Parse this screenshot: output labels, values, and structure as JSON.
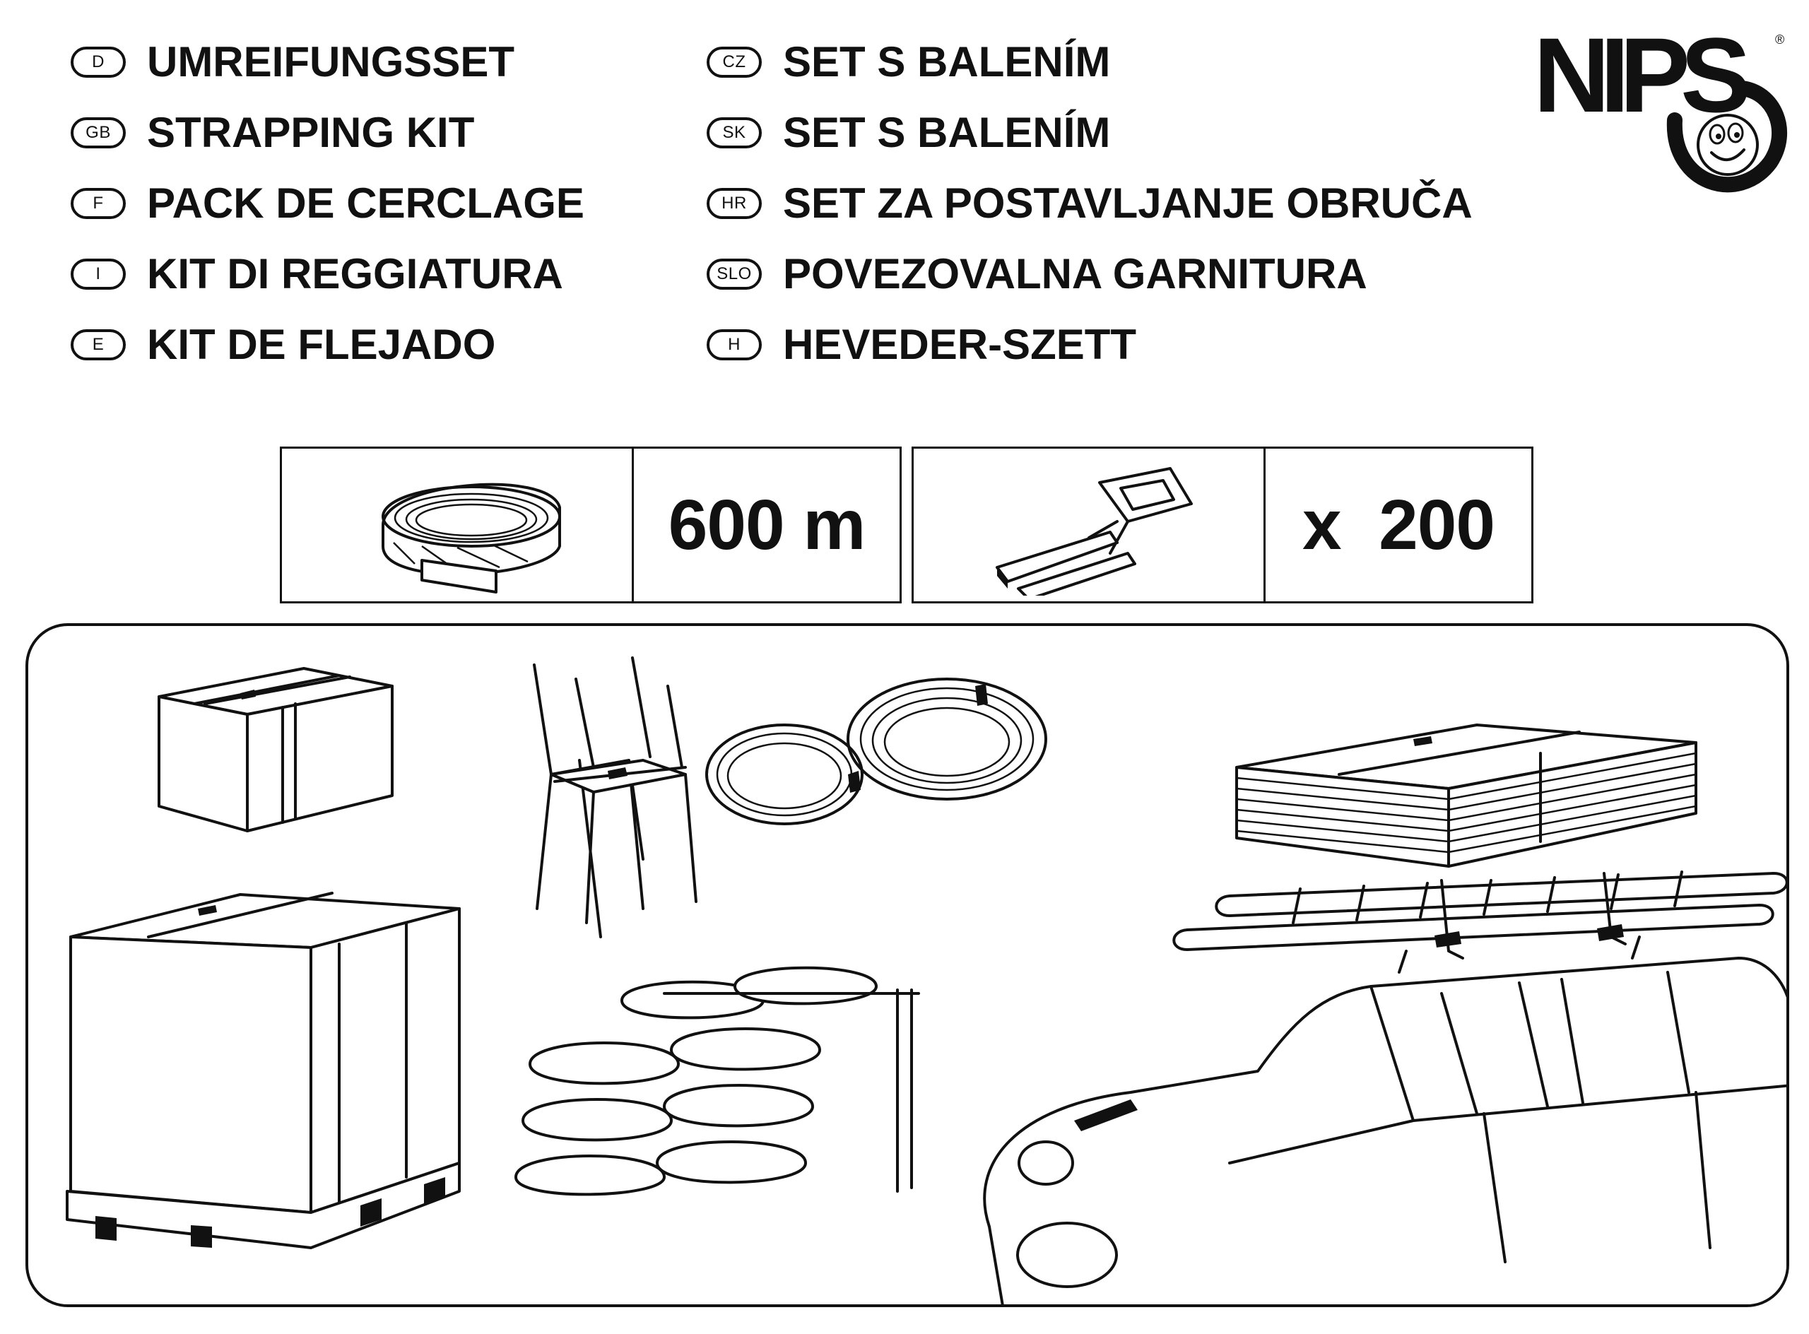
{
  "titles_left": [
    {
      "code": "D",
      "text": "UMREIFUNGSSET"
    },
    {
      "code": "GB",
      "text": "STRAPPING KIT"
    },
    {
      "code": "F",
      "text": "PACK DE CERCLAGE"
    },
    {
      "code": "I",
      "text": "KIT DI REGGIATURA"
    },
    {
      "code": "E",
      "text": "KIT DE FLEJADO"
    }
  ],
  "titles_right": [
    {
      "code": "CZ",
      "text": "SET S BALENÍM"
    },
    {
      "code": "SK",
      "text": "SET S BALENÍM"
    },
    {
      "code": "HR",
      "text": "SET ZA POSTAVLJANJE OBRUČA"
    },
    {
      "code": "SLO",
      "text": "POVEZOVALNA GARNITURA"
    },
    {
      "code": "H",
      "text": "HEVEDER-SZETT"
    }
  ],
  "logo": {
    "text": "NIPS",
    "registered": "®"
  },
  "contents": [
    {
      "icon": "strap-roll-icon",
      "quantity": "600 m"
    },
    {
      "icon": "buckle-icon",
      "quantity": "x  200"
    }
  ],
  "uses": [
    "box-icon",
    "chairs-icon",
    "cable-coils-icon",
    "board-stack-icon",
    "pallet-icon",
    "sandbags-icon",
    "car-ladder-icon"
  ]
}
